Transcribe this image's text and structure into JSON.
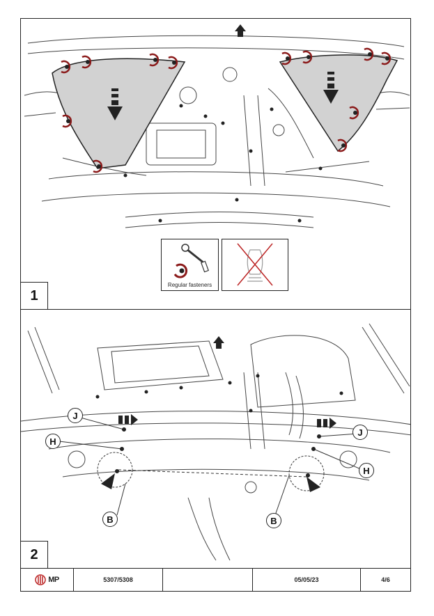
{
  "steps": [
    {
      "number": "1"
    },
    {
      "number": "2"
    }
  ],
  "insets": {
    "tool_caption": "Regular fasteners"
  },
  "callouts": {
    "j": "J",
    "h": "H",
    "b": "B"
  },
  "footer": {
    "logo_text": "MP",
    "model": "5307/5308",
    "blank": "",
    "date": "05/05/23",
    "page": "4/6"
  },
  "colors": {
    "line": "#333333",
    "shield_fill": "#d2d2d2",
    "fastener_red": "#8b1a1a"
  }
}
